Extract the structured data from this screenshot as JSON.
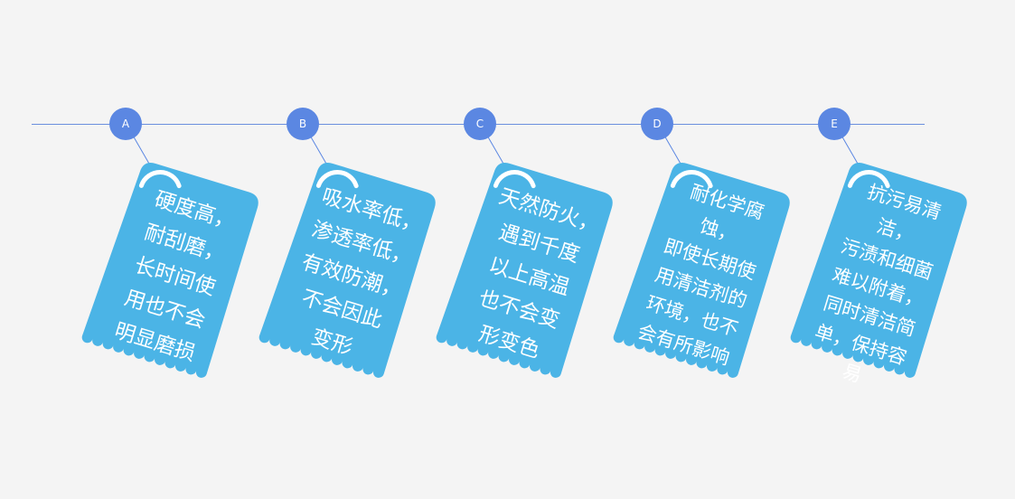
{
  "steps": [
    {
      "label": "A",
      "text": "硬度高，\n耐刮磨，\n长时间使\n用也不会\n明显磨损"
    },
    {
      "label": "B",
      "text": "吸水率低，\n渗透率低，\n有效防潮，\n不会因此\n变形"
    },
    {
      "label": "C",
      "text": "天然防火，\n遇到千度\n以上高温\n也不会变\n形变色"
    },
    {
      "label": "D",
      "text": "耐化学腐蚀，\n即使长期使\n用清洁剂的\n环境，也不\n会有所影响"
    },
    {
      "label": "E",
      "text": "抗污易清洁，\n污渍和细菌\n难以附着，\n同时清洁简\n单，保持容\n易"
    }
  ],
  "colors": {
    "tag": "#4bb4e6",
    "node": "#5b87e2",
    "line": "#6b8fde",
    "background": "#f4f4f4"
  }
}
